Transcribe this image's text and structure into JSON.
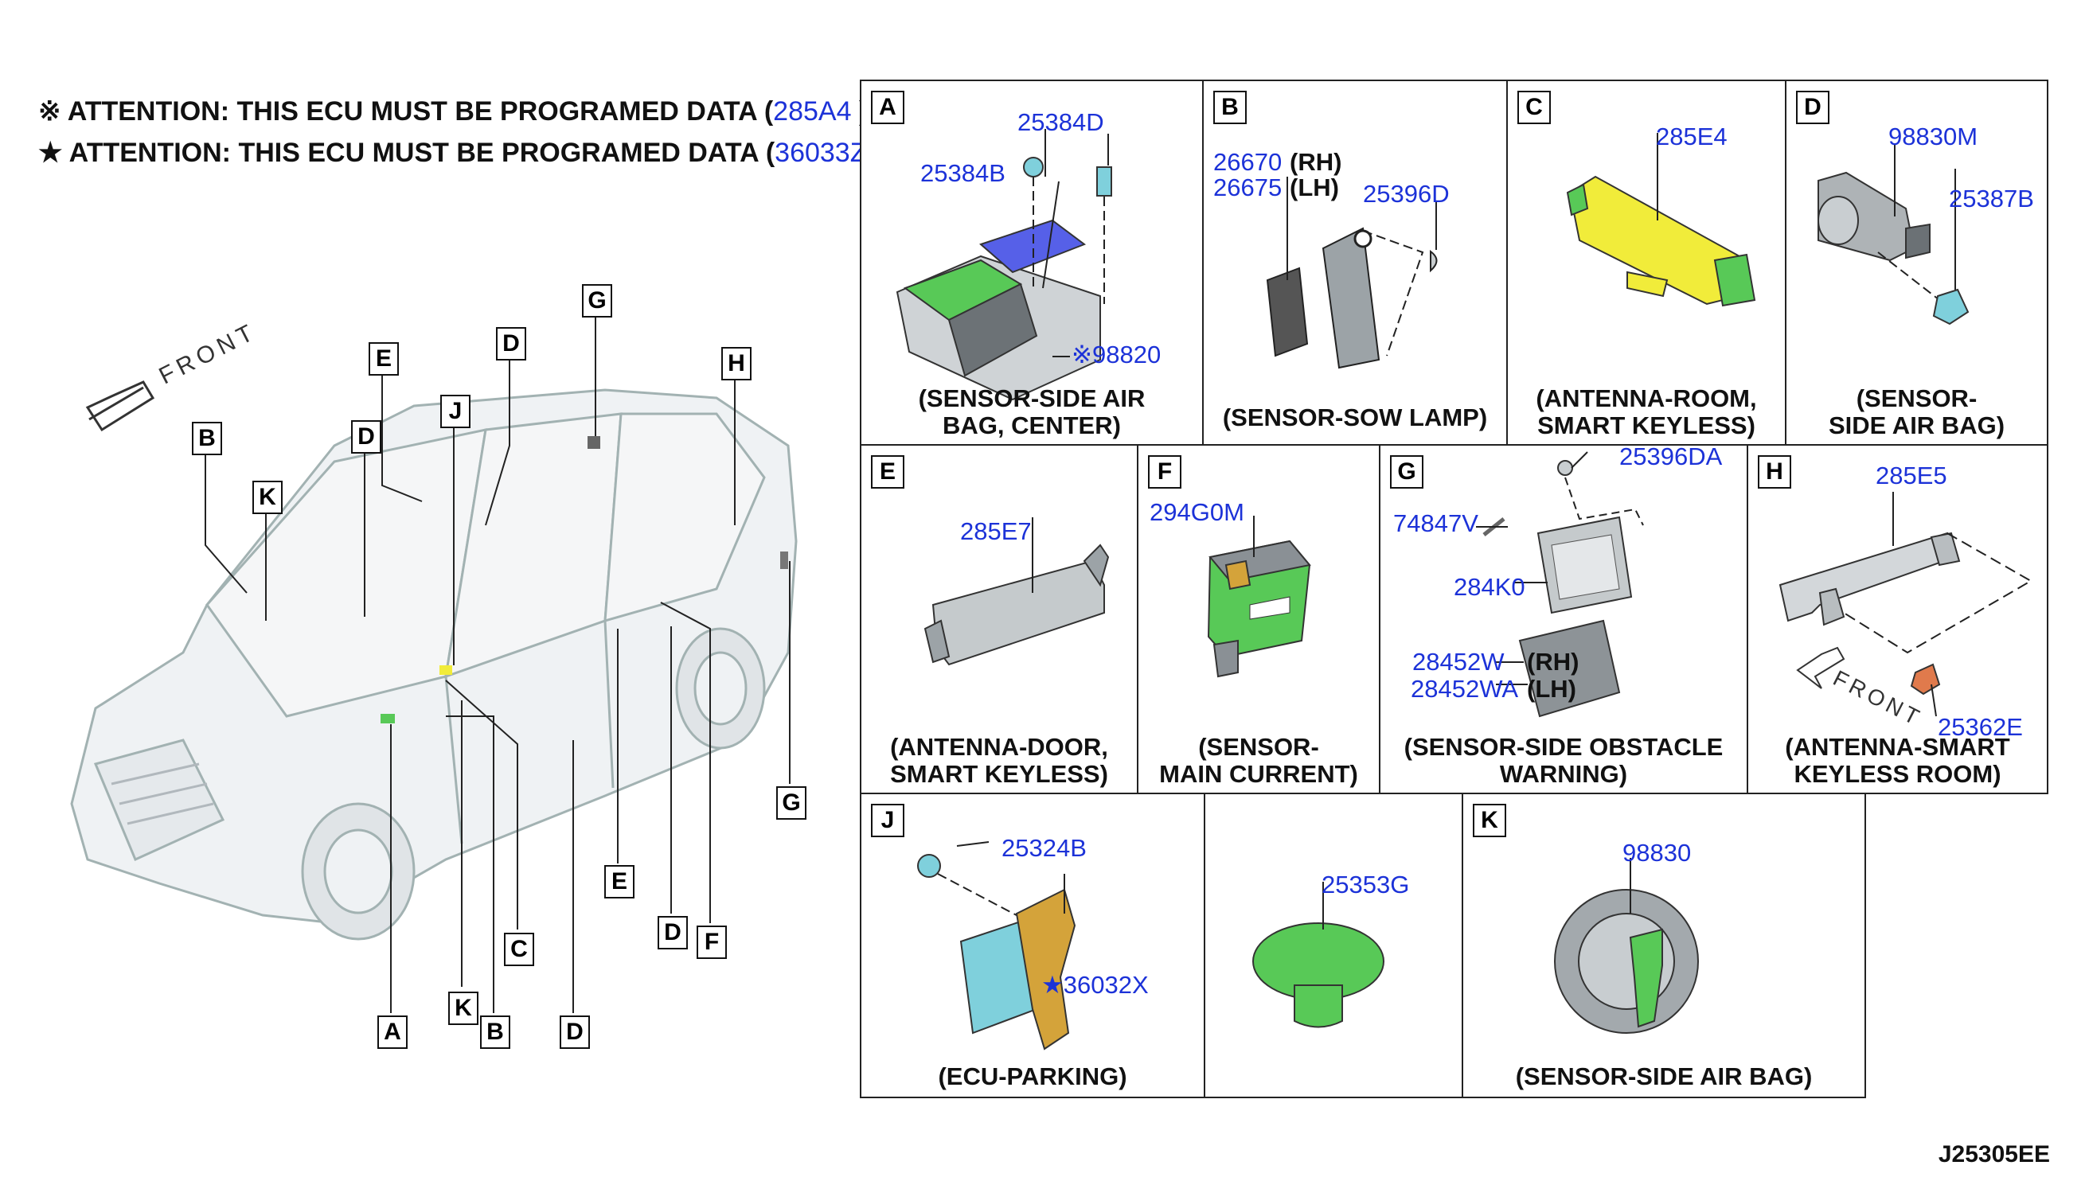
{
  "notes": [
    {
      "symbol": "※",
      "text": "ATTENTION: THIS ECU MUST BE PROGRAMED DATA (",
      "part": "285A4",
      "close": " )"
    },
    {
      "symbol": "★",
      "text": "ATTENTION: THIS ECU MUST BE PROGRAMED DATA (",
      "part": "36033Z",
      "close": " )"
    }
  ],
  "car_view": {
    "front_label": "FRONT",
    "callouts": [
      "B",
      "K",
      "E",
      "D",
      "J",
      "D",
      "G",
      "H",
      "C",
      "A",
      "K",
      "B",
      "D",
      "E",
      "D",
      "F",
      "G"
    ]
  },
  "panels": {
    "A": {
      "letter": "A",
      "caption_l1": "(SENSOR-SIDE AIR",
      "caption_l2": "BAG, CENTER)",
      "parts": [
        "25384D",
        "25384B",
        "※98820"
      ]
    },
    "B": {
      "letter": "B",
      "caption_l1": "(SENSOR-SOW LAMP)",
      "parts": [
        "26670",
        "26675",
        "25396D"
      ],
      "sides": [
        "(RH)",
        "(LH)"
      ]
    },
    "C": {
      "letter": "C",
      "caption_l1": "(ANTENNA-ROOM,",
      "caption_l2": "SMART KEYLESS)",
      "parts": [
        "285E4"
      ]
    },
    "D": {
      "letter": "D",
      "caption_l1": "(SENSOR-",
      "caption_l2": "SIDE AIR BAG)",
      "parts": [
        "98830M",
        "25387B"
      ]
    },
    "E": {
      "letter": "E",
      "caption_l1": "(ANTENNA-DOOR,",
      "caption_l2": "SMART KEYLESS)",
      "parts": [
        "285E7"
      ]
    },
    "F": {
      "letter": "F",
      "caption_l1": "(SENSOR-",
      "caption_l2": "MAIN CURRENT)",
      "parts": [
        "294G0M"
      ]
    },
    "G": {
      "letter": "G",
      "caption_l1": "(SENSOR-SIDE OBSTACLE",
      "caption_l2": "WARNING)",
      "parts": [
        "25396DA",
        "74847V",
        "284K0",
        "28452W",
        "28452WA"
      ],
      "sides": [
        "(RH)",
        "(LH)"
      ]
    },
    "H": {
      "letter": "H",
      "caption_l1": "(ANTENNA-SMART",
      "caption_l2": "KEYLESS ROOM)",
      "parts": [
        "285E5",
        "25362E"
      ],
      "front_label": "FRONT"
    },
    "J": {
      "letter": "J",
      "caption_l1": "(ECU-PARKING)",
      "parts": [
        "25324B",
        "★36032X"
      ]
    },
    "L": {
      "parts": [
        "25353G"
      ]
    },
    "K": {
      "letter": "K",
      "caption_l1": "(SENSOR-SIDE AIR BAG)",
      "parts": [
        "98830"
      ]
    }
  },
  "diagram_code": "J25305EE",
  "colors": {
    "part_number": "#1c32d8",
    "green": "#58c957",
    "yellow": "#f1ec3a",
    "blue": "#5660e8",
    "cyan": "#7fd0dc",
    "orange": "#e07a4c"
  }
}
